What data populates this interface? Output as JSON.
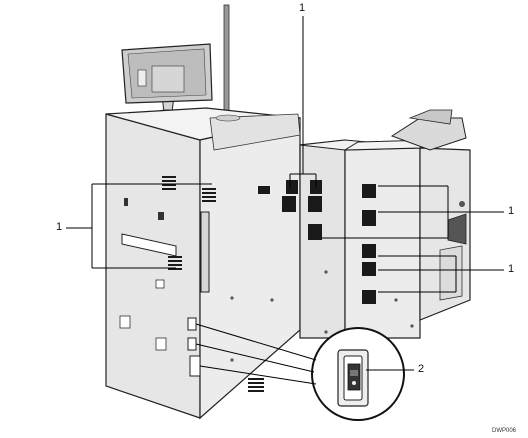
{
  "callouts": {
    "top": "1",
    "left": "1",
    "right_upper": "1",
    "right_lower": "1",
    "inset": "2"
  },
  "figure_code": "DWP006",
  "colors": {
    "body": "#ececec",
    "body_side": "#dcdcdc",
    "body_top": "#f4f4f4",
    "vent": "#1a1a1a",
    "outline": "#222222",
    "leader": "#000000"
  }
}
